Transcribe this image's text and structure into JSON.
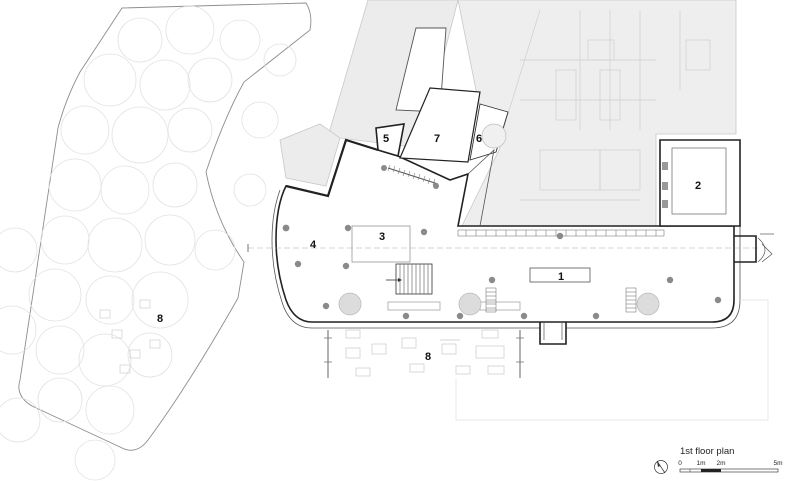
{
  "plan": {
    "title": "1st floor plan",
    "rooms": [
      {
        "id": "1",
        "label": "1"
      },
      {
        "id": "2",
        "label": "2"
      },
      {
        "id": "3",
        "label": "3"
      },
      {
        "id": "4",
        "label": "4"
      },
      {
        "id": "5",
        "label": "5"
      },
      {
        "id": "6",
        "label": "6"
      },
      {
        "id": "7",
        "label": "7"
      },
      {
        "id": "8a",
        "label": "8"
      },
      {
        "id": "8b",
        "label": "8"
      }
    ],
    "scale_bar": {
      "ticks": [
        "0",
        "1m",
        "2m",
        "5m"
      ]
    }
  }
}
